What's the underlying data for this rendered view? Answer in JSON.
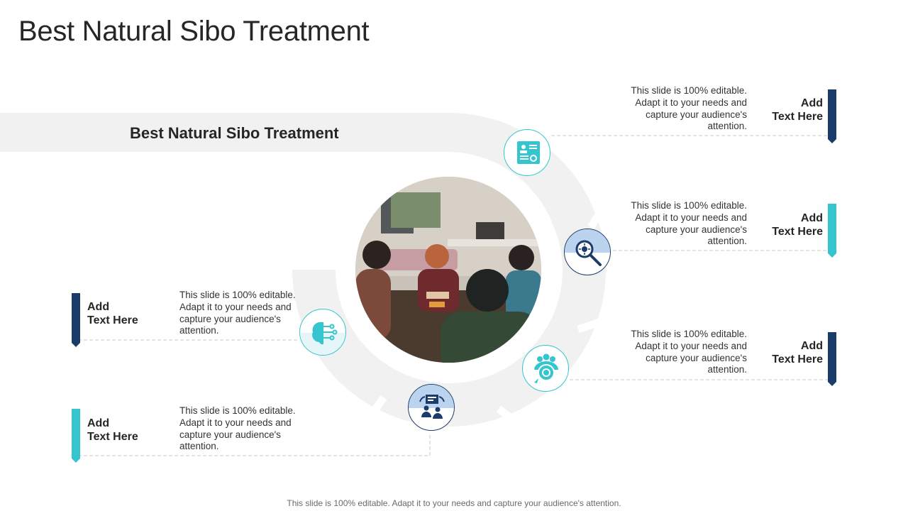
{
  "title": "Best Natural Sibo Treatment",
  "banner": {
    "text": "Best Natural Sibo Treatment"
  },
  "items": [
    {
      "label_line1": "Add",
      "label_line2": "Text Here",
      "description": "This slide is 100% editable. Adapt it to your needs and capture your audience's attention.",
      "icon": "document-gear-icon",
      "accent": "#1b3c6b"
    },
    {
      "label_line1": "Add",
      "label_line2": "Text Here",
      "description": "This slide is 100% editable. Adapt it to your needs and capture your audience's attention.",
      "icon": "magnifier-bacteria-icon",
      "accent": "#34c5cf"
    },
    {
      "label_line1": "Add",
      "label_line2": "Text Here",
      "description": "This slide is 100% editable. Adapt it to your needs and capture your audience's attention.",
      "icon": "team-target-icon",
      "accent": "#1b3c6b"
    },
    {
      "label_line1": "Add",
      "label_line2": "Text Here",
      "description": "This slide is 100% editable. Adapt it to your needs and capture your audience's attention.",
      "icon": "brain-circuit-icon",
      "accent": "#1b3c6b"
    },
    {
      "label_line1": "Add",
      "label_line2": "Text Here",
      "description": "This slide is 100% editable. Adapt it to your needs and capture your audience's attention.",
      "icon": "meeting-presentation-icon",
      "accent": "#34c5cf"
    }
  ],
  "footer": {
    "text": "This slide is 100% editable. Adapt it to your needs and capture your audience's attention."
  },
  "colors": {
    "navy": "#1b3c6b",
    "teal": "#34c5cf",
    "ring": "#f1f1f1",
    "line": "#c9c9c9"
  }
}
